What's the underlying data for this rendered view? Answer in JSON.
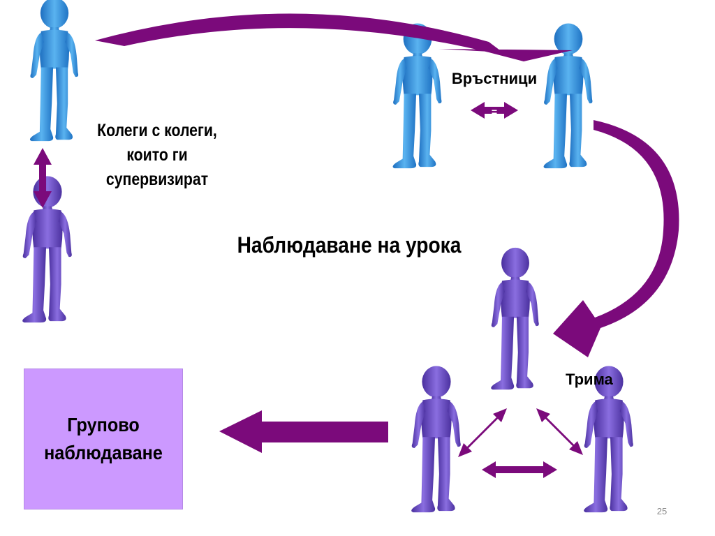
{
  "diagram": {
    "center_title": "Наблюдаване на урока",
    "colleagues_label": {
      "line1": "Колеги с колеги,",
      "line2": "които ги",
      "line3": "супервизират"
    },
    "peers_label": "Връстници",
    "equals_sign": "=",
    "triad_label": "Трима",
    "group_box": {
      "line1": "Групово",
      "line2": "наблюдаване"
    }
  },
  "footer": {
    "page_number": "25"
  },
  "colors": {
    "arrow": "#7b0a7b",
    "blue_figure": "#3a9be0",
    "purple_figure": "#7a5cd0",
    "group_box": "#cc99ff"
  },
  "icons": [
    "person-figure-icon",
    "curved-arrow-icon",
    "double-arrow-icon",
    "block-arrow-left-icon"
  ]
}
